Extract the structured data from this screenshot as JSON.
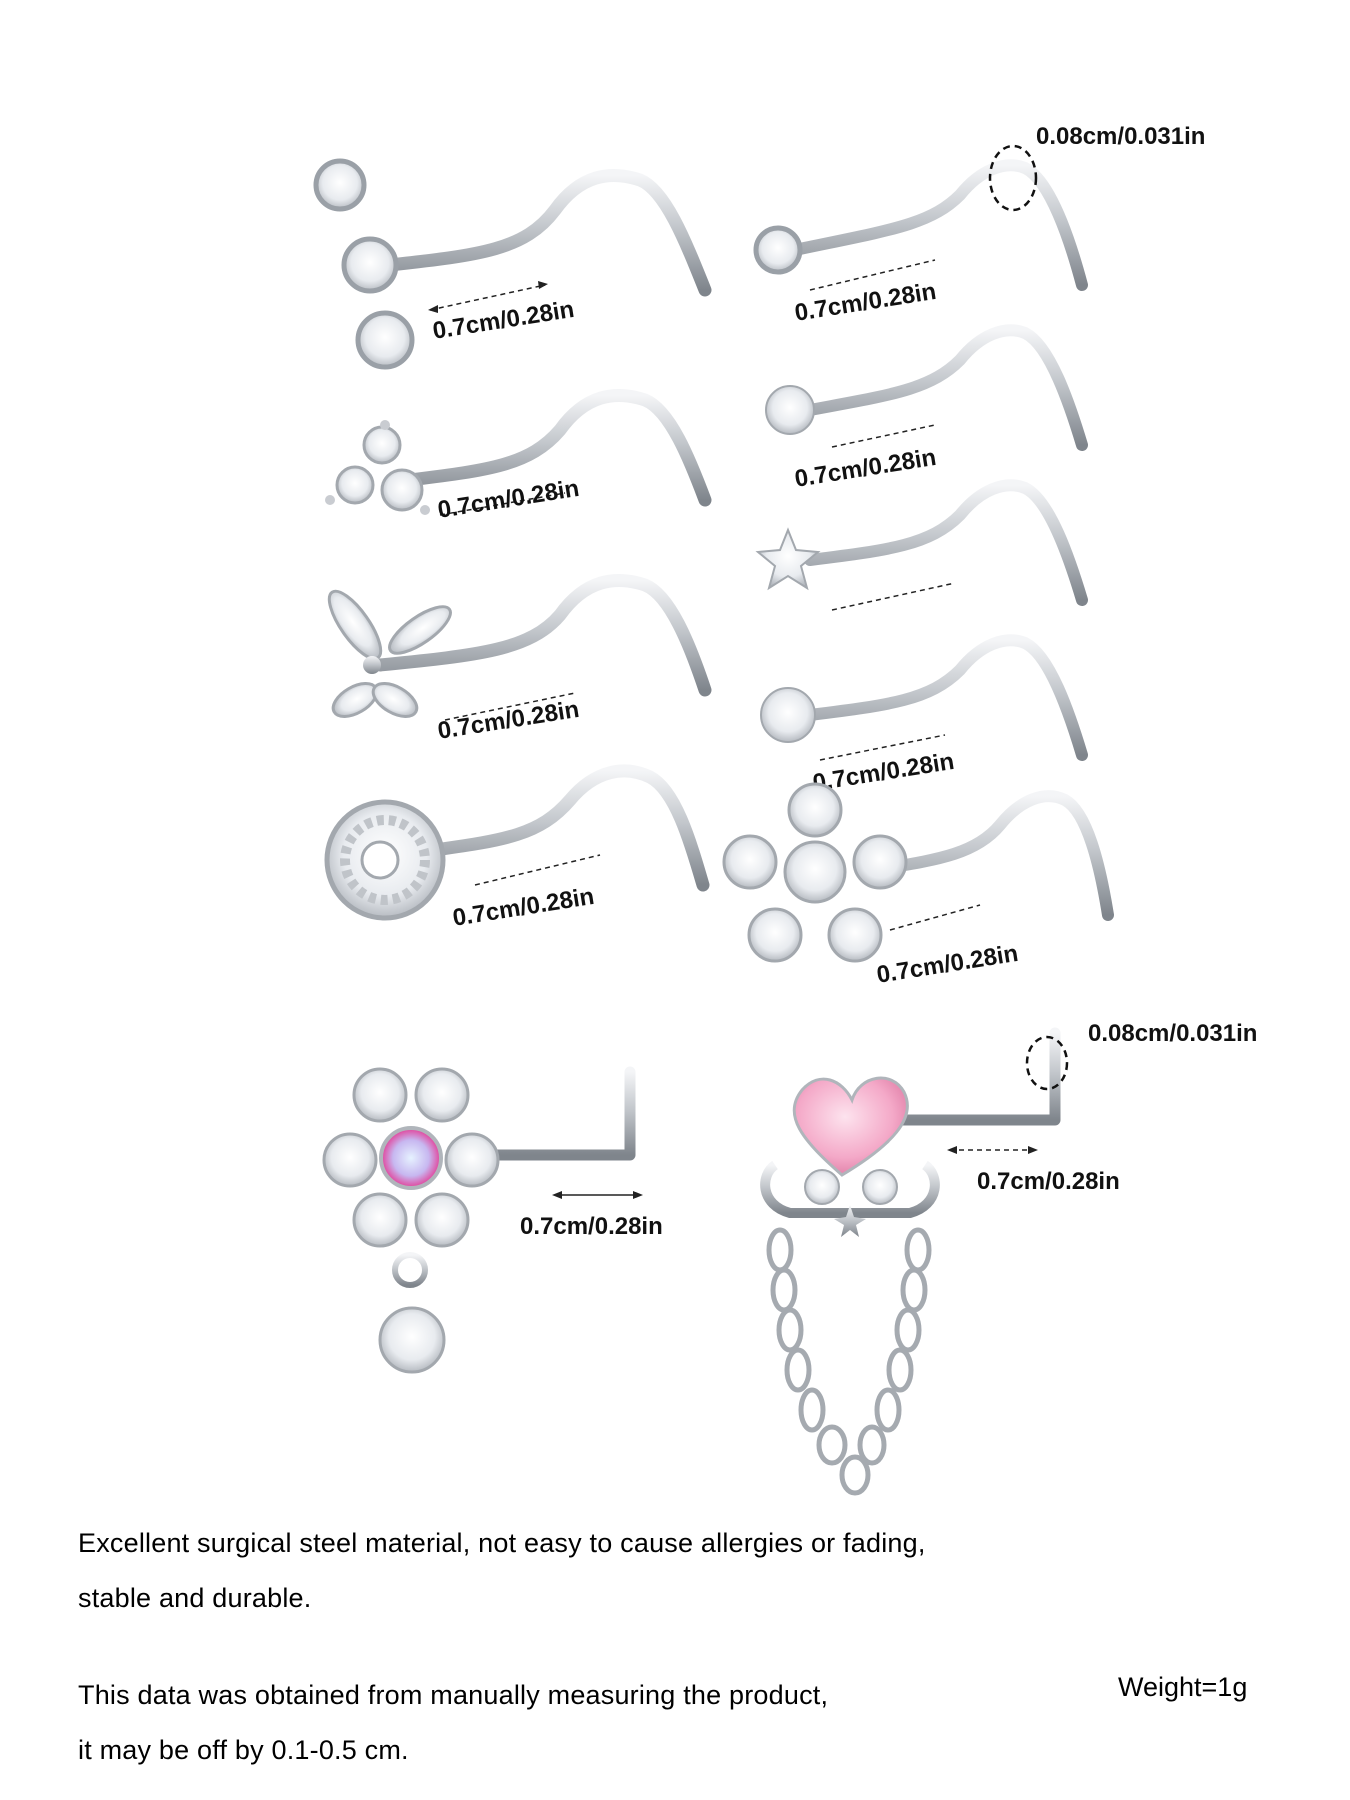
{
  "image_type": "product size chart - nose studs",
  "colors": {
    "background": "#ffffff",
    "metal": "#c9ccd1",
    "metal_dark": "#8a8f96",
    "crystal": "#f2f4f7",
    "pink_gem": "#f3a9c8",
    "text": "#111111"
  },
  "gauge_labels": [
    {
      "text": "0.08cm/0.031in",
      "position": "top-right"
    },
    {
      "text": "0.08cm/0.031in",
      "position": "bottom-right"
    }
  ],
  "pieces": [
    {
      "name": "triple-round-crystal-screw",
      "column": "left",
      "row": 1,
      "dimension": "0.7cm/0.28in"
    },
    {
      "name": "trinity-crystal-screw",
      "column": "left",
      "row": 2,
      "dimension": "0.7cm/0.28in"
    },
    {
      "name": "butterfly-marquise-screw",
      "column": "left",
      "row": 3,
      "dimension": "0.7cm/0.28in"
    },
    {
      "name": "halo-disc-screw",
      "column": "left",
      "row": 4,
      "dimension": "0.7cm/0.28in"
    },
    {
      "name": "bezel-round-screw",
      "column": "right",
      "row": 1,
      "dimension": "0.7cm/0.28in"
    },
    {
      "name": "prong-round-screw",
      "column": "right",
      "row": 2,
      "dimension": "0.7cm/0.28in"
    },
    {
      "name": "star-crystal-screw",
      "column": "right",
      "row": 3,
      "dimension": ""
    },
    {
      "name": "prong-round-large-screw",
      "column": "right",
      "row": 4,
      "dimension": "0.7cm/0.28in"
    },
    {
      "name": "five-crystal-flower-screw",
      "column": "right",
      "row": 5,
      "dimension": "0.7cm/0.28in"
    },
    {
      "name": "flower-drop-l-shape",
      "column": "left",
      "row": 6,
      "dimension": "0.7cm/0.28in"
    },
    {
      "name": "pink-heart-chain-l-shape",
      "column": "right",
      "row": 6,
      "dimension": "0.7cm/0.28in"
    }
  ],
  "description": {
    "line1": "Excellent surgical steel material, not easy to cause allergies or fading,",
    "line2": "stable and durable.",
    "line3": "This data was obtained from manually measuring the product,",
    "line4": "it may be off by 0.1-0.5 cm."
  },
  "weight": "Weight=1g"
}
